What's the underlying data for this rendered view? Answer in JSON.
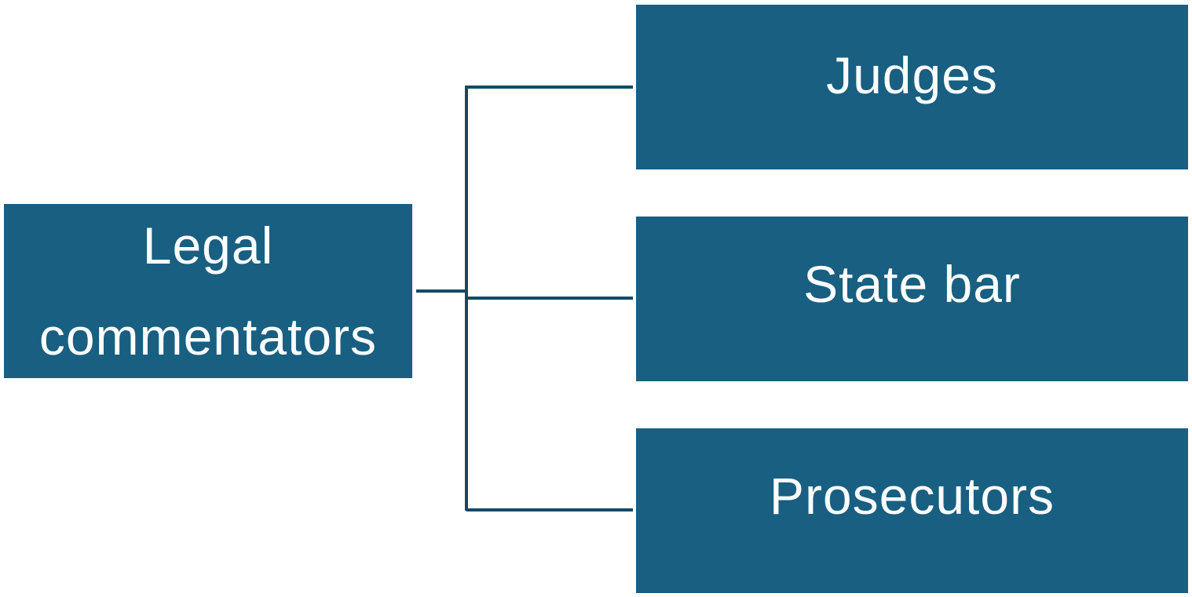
{
  "root": {
    "line1": "Legal",
    "line2": "commentators"
  },
  "children": [
    {
      "label": "Judges"
    },
    {
      "label": "State bar"
    },
    {
      "label": "Prosecutors"
    }
  ],
  "colors": {
    "box_fill": "#185f82",
    "connector": "#124a66",
    "text": "#ffffff"
  }
}
